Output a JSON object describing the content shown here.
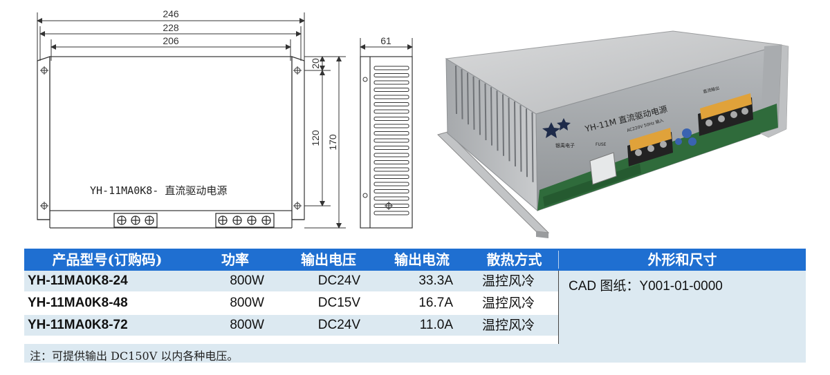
{
  "drawing": {
    "dims": {
      "overall_width": "246",
      "mount_width": "228",
      "body_width": "206",
      "side_depth": "61",
      "edge_offset": "20",
      "mount_height": "120",
      "overall_height": "170"
    },
    "front_label": "YH-11MA0K8- 直流驱动电源"
  },
  "photo": {
    "label_main": "YH-11M 直流驱动电源",
    "label_input": "AC220V 50Hz 输入",
    "label_fuse": "FUSE",
    "label_output": "直流输出",
    "label_brand": "银禹电子"
  },
  "table": {
    "headers": {
      "model": "产品型号(订购码)",
      "power": "功率",
      "voltage": "输出电压",
      "current": "输出电流",
      "cooling": "散热方式",
      "dimensions": "外形和尺寸"
    },
    "rows": [
      {
        "model": "YH-11MA0K8-24",
        "power": "800W",
        "voltage": "DC24V",
        "current": "33.3A",
        "cooling": "温控风冷"
      },
      {
        "model": "YH-11MA0K8-48",
        "power": "800W",
        "voltage": "DC15V",
        "current": "16.7A",
        "cooling": "温控风冷"
      },
      {
        "model": "YH-11MA0K8-72",
        "power": "800W",
        "voltage": "DC24V",
        "current": "11.0A",
        "cooling": "温控风冷"
      }
    ],
    "cad": "CAD 图纸：Y001-01-0000",
    "note": "注：可提供输出 DC150V 以内各种电压。"
  },
  "colors": {
    "header_bg": "#1f6fd1",
    "row_alt_bg": "#dce9f1",
    "header_text": "#ffffff"
  }
}
